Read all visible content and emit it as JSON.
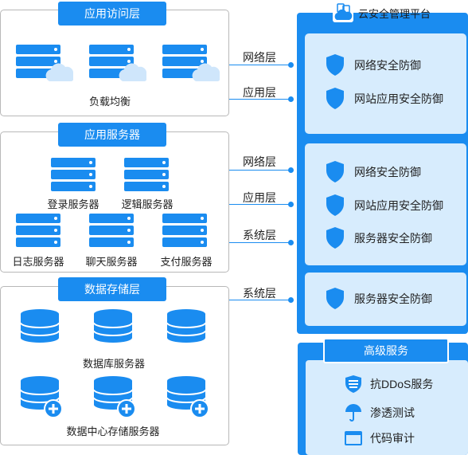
{
  "app_layer": {
    "title": "应用访问层",
    "caption": "负载均衡"
  },
  "app_server": {
    "title": "应用服务器",
    "servers": [
      "登录服务器",
      "逻辑服务器",
      "日志服务器",
      "聊天服务器",
      "支付服务器"
    ]
  },
  "storage": {
    "title": "数据存储层",
    "db_caption": "数据库服务器",
    "dc_caption": "数据中心存储服务器"
  },
  "connectors": [
    "网络层",
    "应用层",
    "网络层",
    "应用层",
    "系统层",
    "系统层"
  ],
  "platform": {
    "title": "云安全管理平台",
    "groups": [
      [
        "网络安全防御",
        "网站应用安全防御"
      ],
      [
        "网络安全防御",
        "网站应用安全防御",
        "服务器安全防御"
      ],
      [
        "服务器安全防御"
      ]
    ]
  },
  "advanced": {
    "title": "高级服务",
    "items": [
      {
        "label": "抗DDoS服务",
        "icon": "firewall-icon"
      },
      {
        "label": "渗透测试",
        "icon": "umbrella-icon"
      },
      {
        "label": "代码审计",
        "icon": "window-icon"
      }
    ]
  },
  "colors": {
    "accent": "#1a8cf0",
    "card": "#d7ecfd",
    "cloud": "#cfe6fb"
  }
}
